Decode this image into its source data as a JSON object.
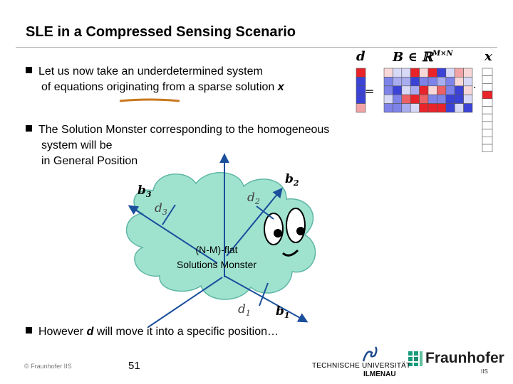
{
  "title": "SLE in a Compressed Sensing Scenario",
  "bullets": [
    {
      "line1": "Let us now take an underdetermined system",
      "line2_pre": "of equations originating from a sparse solution ",
      "line2_var": "x"
    },
    {
      "line1": "The Solution Monster corresponding to the homogeneous",
      "line2": "system will be",
      "line3": "in General Position"
    },
    {
      "pre": "However ",
      "var": "d",
      "post": " will move it into a specific position…"
    }
  ],
  "equation": {
    "d_label": "d",
    "B_label": "B ∈ ℝ",
    "B_sup": "M×N",
    "x_label": "x",
    "equals": "=",
    "dot": "·"
  },
  "monster": {
    "line1": "(N-M)-flat",
    "line2": "Solutions Monster"
  },
  "vectors": {
    "b1": "b",
    "b1_sub": "1",
    "b2": "b",
    "b2_sub": "2",
    "b3": "b",
    "b3_sub": "3",
    "d1": "d",
    "d1_sub": "1",
    "d2": "d",
    "d2_sub": "2",
    "d3": "d",
    "d3_sub": "3"
  },
  "colors": {
    "blue": "#3b42d6",
    "red": "#e8232a",
    "cloud": "#9fe3cf",
    "vector": "#1a4f9c",
    "underline": "#c8781e"
  },
  "footer": {
    "copyright": "© Fraunhofer IIS",
    "page": "51",
    "tu_line1": "TECHNISCHE UNIVERSITÄT",
    "tu_line2": "ILMENAU",
    "fh_name": "Fraunhofer",
    "fh_sub": "IIS"
  }
}
